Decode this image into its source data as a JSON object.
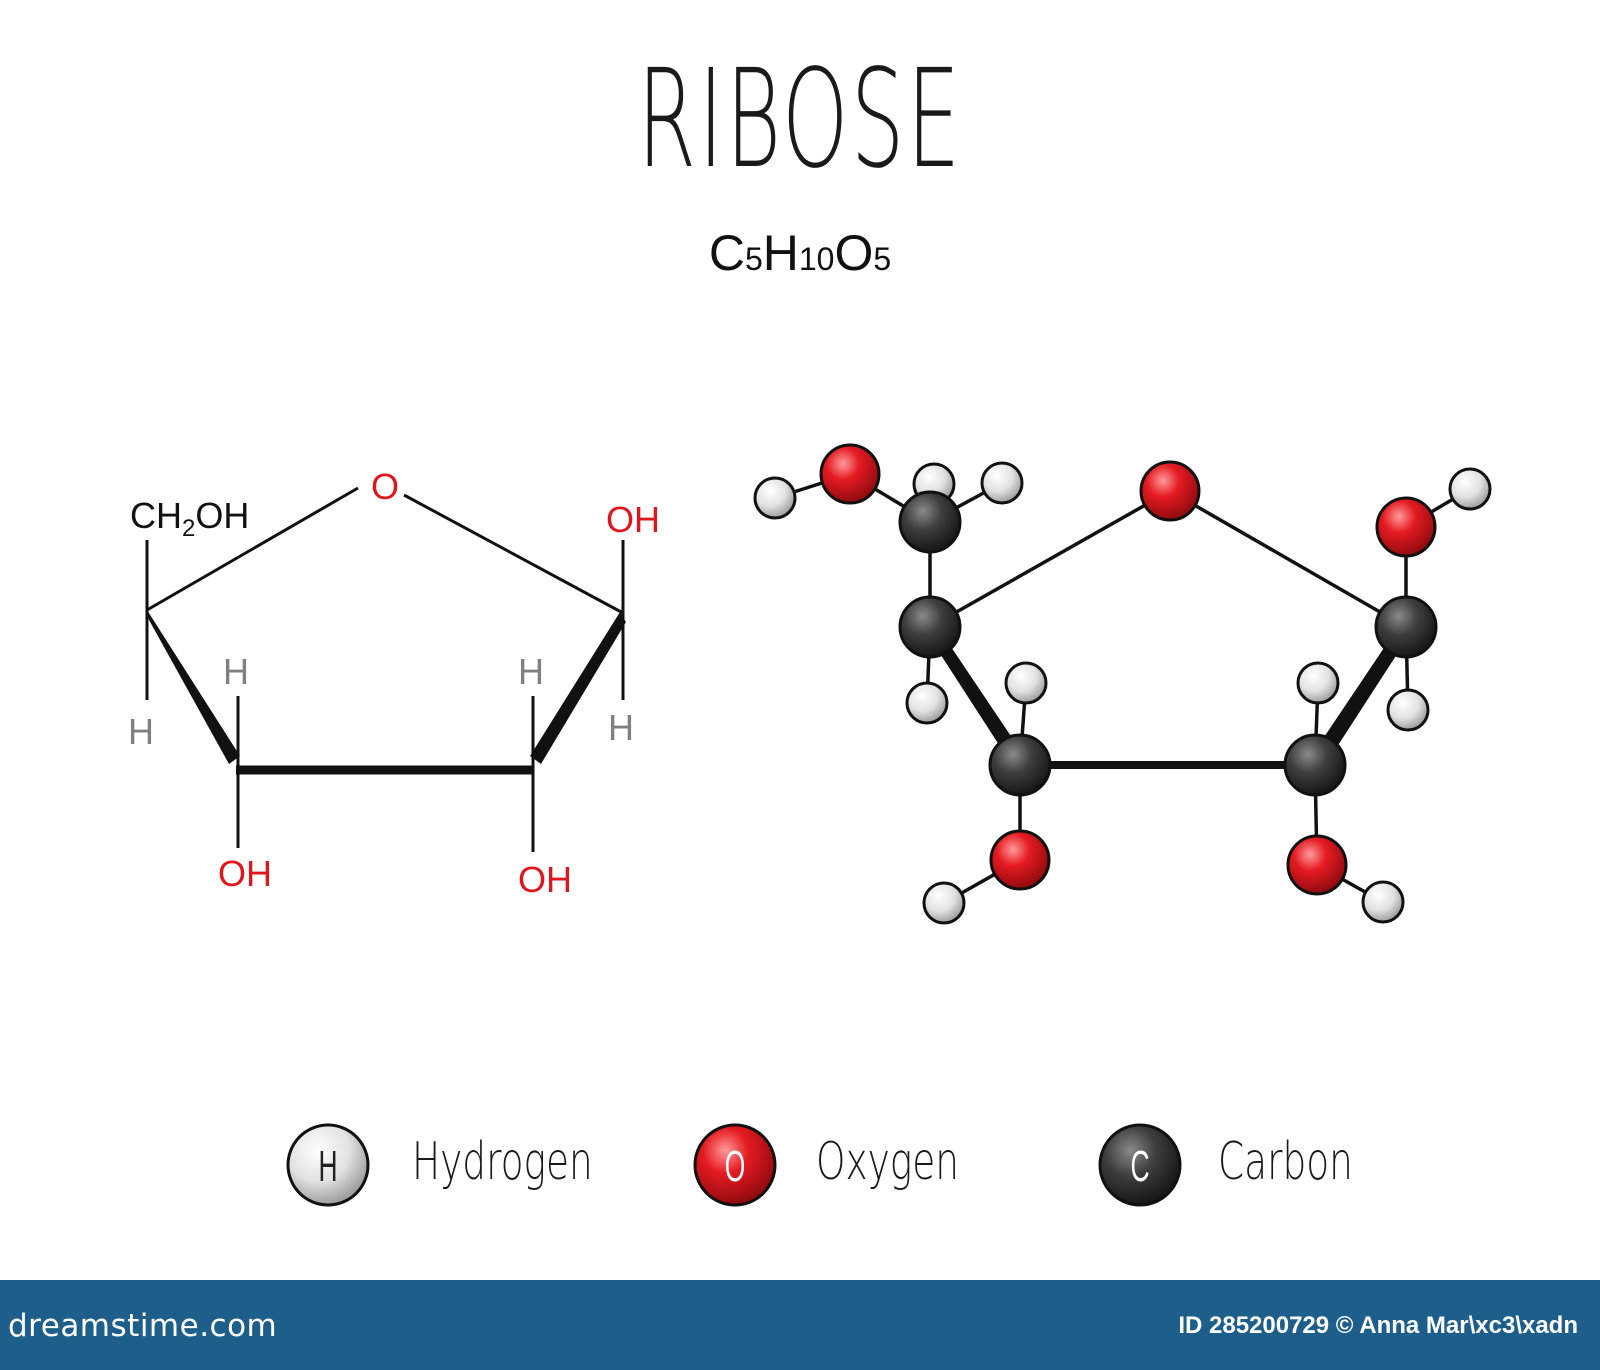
{
  "title": "RIBOSE",
  "formula": {
    "c": "C",
    "c_count": "5",
    "h": "H",
    "h_count": "10",
    "o": "O",
    "o_count": "5"
  },
  "structure": {
    "ring_oxygen": "O",
    "ch2oh": {
      "prefix": "CH",
      "sub": "2",
      "suffix": "OH"
    },
    "oh_anomeric": "OH",
    "oh_c2": "OH",
    "oh_c3": "OH",
    "h_c4": "H",
    "h_c3": "H",
    "h_c2": "H",
    "h_c1": "H"
  },
  "colors": {
    "hydrogen": "#dcdcdc",
    "oxygen": "#e0161e",
    "carbon": "#3d3d3d",
    "label_red": "#e0161e",
    "label_gray": "#808080",
    "footer": "#1d5f8a"
  },
  "legend": [
    {
      "symbol": "H",
      "name": "Hydrogen"
    },
    {
      "symbol": "O",
      "name": "Oxygen"
    },
    {
      "symbol": "C",
      "name": "Carbon"
    }
  ],
  "footer": {
    "site": "dreamstime.com",
    "credit": "ID 285200729 © Anna Mar\\xc3\\xadn"
  }
}
